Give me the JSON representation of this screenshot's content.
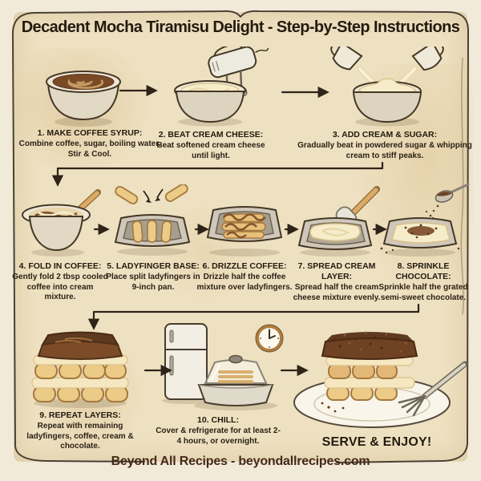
{
  "title": "Decadent Mocha Tiramisu Delight - Step-by-Step Instructions",
  "steps": [
    {
      "heading": "1. MAKE COFFEE SYRUP:",
      "body": "Combine coffee, sugar, boiling water. Stir & Cool.",
      "icon": "coffee-syrup-bowl"
    },
    {
      "heading": "2. BEAT CREAM CHEESE:",
      "body": "Beat softened cream cheese until light.",
      "icon": "hand-mixer-bowl"
    },
    {
      "heading": "3. ADD CREAM & SUGAR:",
      "body": "Gradually beat in powdered sugar & whipping cream to stiff peaks.",
      "icon": "cream-sugar-pour-bowl"
    },
    {
      "heading": "4. FOLD IN COFFEE:",
      "body": "Gently fold 2 tbsp cooled coffee into cream mixture.",
      "icon": "fold-coffee-bowl-spatula"
    },
    {
      "heading": "5. LADYFINGER BASE:",
      "body": "Place split ladyfingers in 9-inch pan.",
      "icon": "ladyfinger-pan"
    },
    {
      "heading": "6. DRIZZLE COFFEE:",
      "body": "Drizzle half the coffee mixture over ladyfingers.",
      "icon": "coffee-drizzle-pan"
    },
    {
      "heading": "7. SPREAD CREAM LAYER:",
      "body": "Spread half the cream cheese mixture evenly.",
      "icon": "cream-spread-pan"
    },
    {
      "heading": "8. SPRINKLE CHOCOLATE:",
      "body": "Sprinkle half the grated semi-sweet chocolate.",
      "icon": "chocolate-sprinkle-pan"
    },
    {
      "heading": "9. REPEAT LAYERS:",
      "body": "Repeat with remaining ladyfingers, coffee, cream & chocolate.",
      "icon": "layered-tiramisu-stack"
    },
    {
      "heading": "10. CHILL:",
      "body": "Cover & refrigerate for at least 2-4 hours, or overnight.",
      "icon": "fridge-covered-dish-clock"
    }
  ],
  "serve": {
    "label": "SERVE & ENJOY!",
    "icon": "tiramisu-plate-fork"
  },
  "footer": {
    "text": "Beyond All Recipes - beyondallrecipes.com"
  },
  "colors": {
    "parchment": "#eee1c1",
    "page_margin": "#f2ead9",
    "ink": "#2b2116",
    "footer_text": "#45281a",
    "coffee_brown": "#7a4a26",
    "cream": "#f5ecca",
    "ladyfinger_tan": "#eccb86",
    "chocolate_dark": "#5d3a20"
  }
}
